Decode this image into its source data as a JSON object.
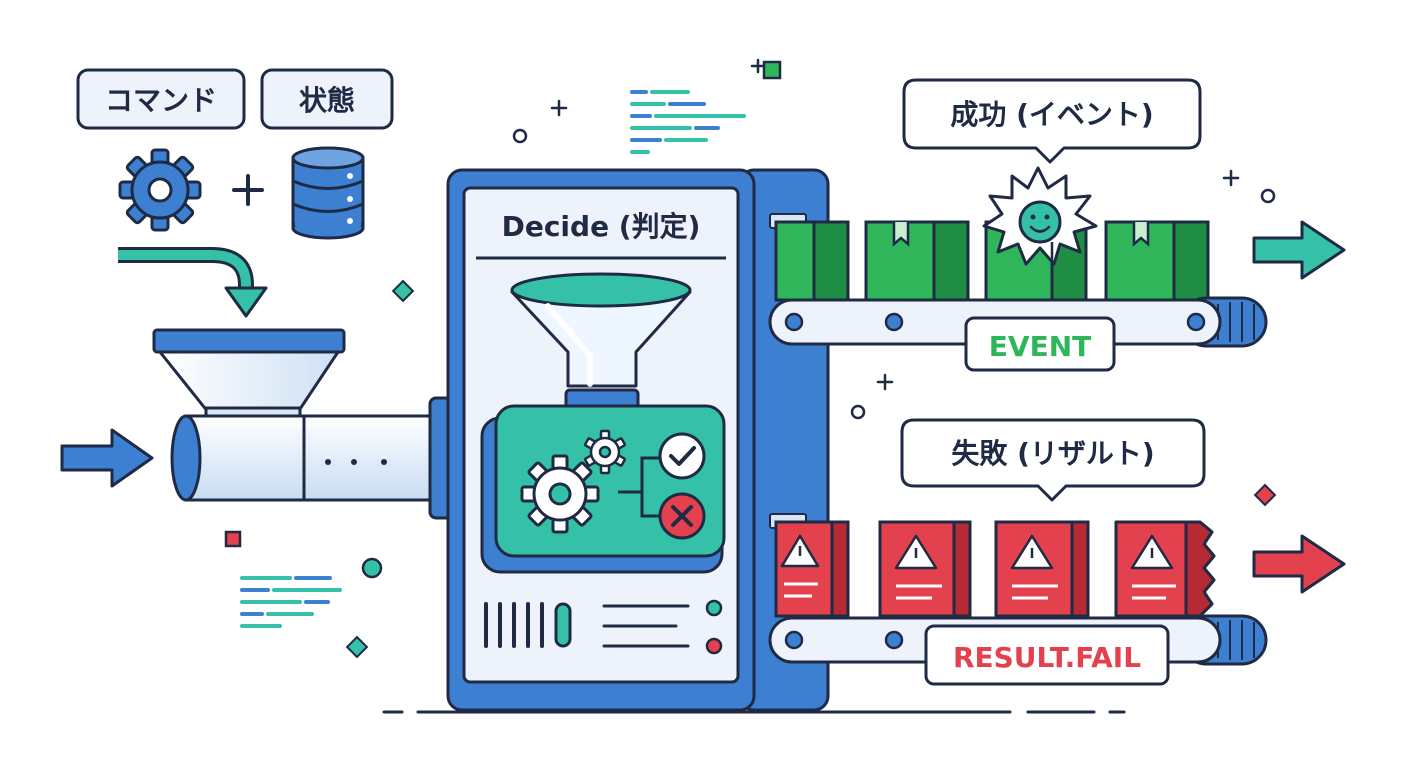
{
  "labels": {
    "command": "コマンド",
    "state": "状態",
    "decide": "Decide (判定)",
    "success": "成功 (イベント)",
    "event_tag": "EVENT",
    "failure": "失敗 (リザルト)",
    "fail_tag": "RESULT.FAIL"
  },
  "colors": {
    "outline": "#1f2a44",
    "blue": "#3d7fd0",
    "blue_light": "#e8f0fa",
    "teal": "#35c1a7",
    "green": "#2fb55a",
    "green_dark": "#1f8d43",
    "red": "#e2414d",
    "red_dark": "#b52a35"
  },
  "icons": [
    "gear-icon",
    "database-icon",
    "funnel-icon",
    "check-icon",
    "cross-icon",
    "smiley-icon",
    "warning-icon",
    "arrow-right-icon"
  ]
}
